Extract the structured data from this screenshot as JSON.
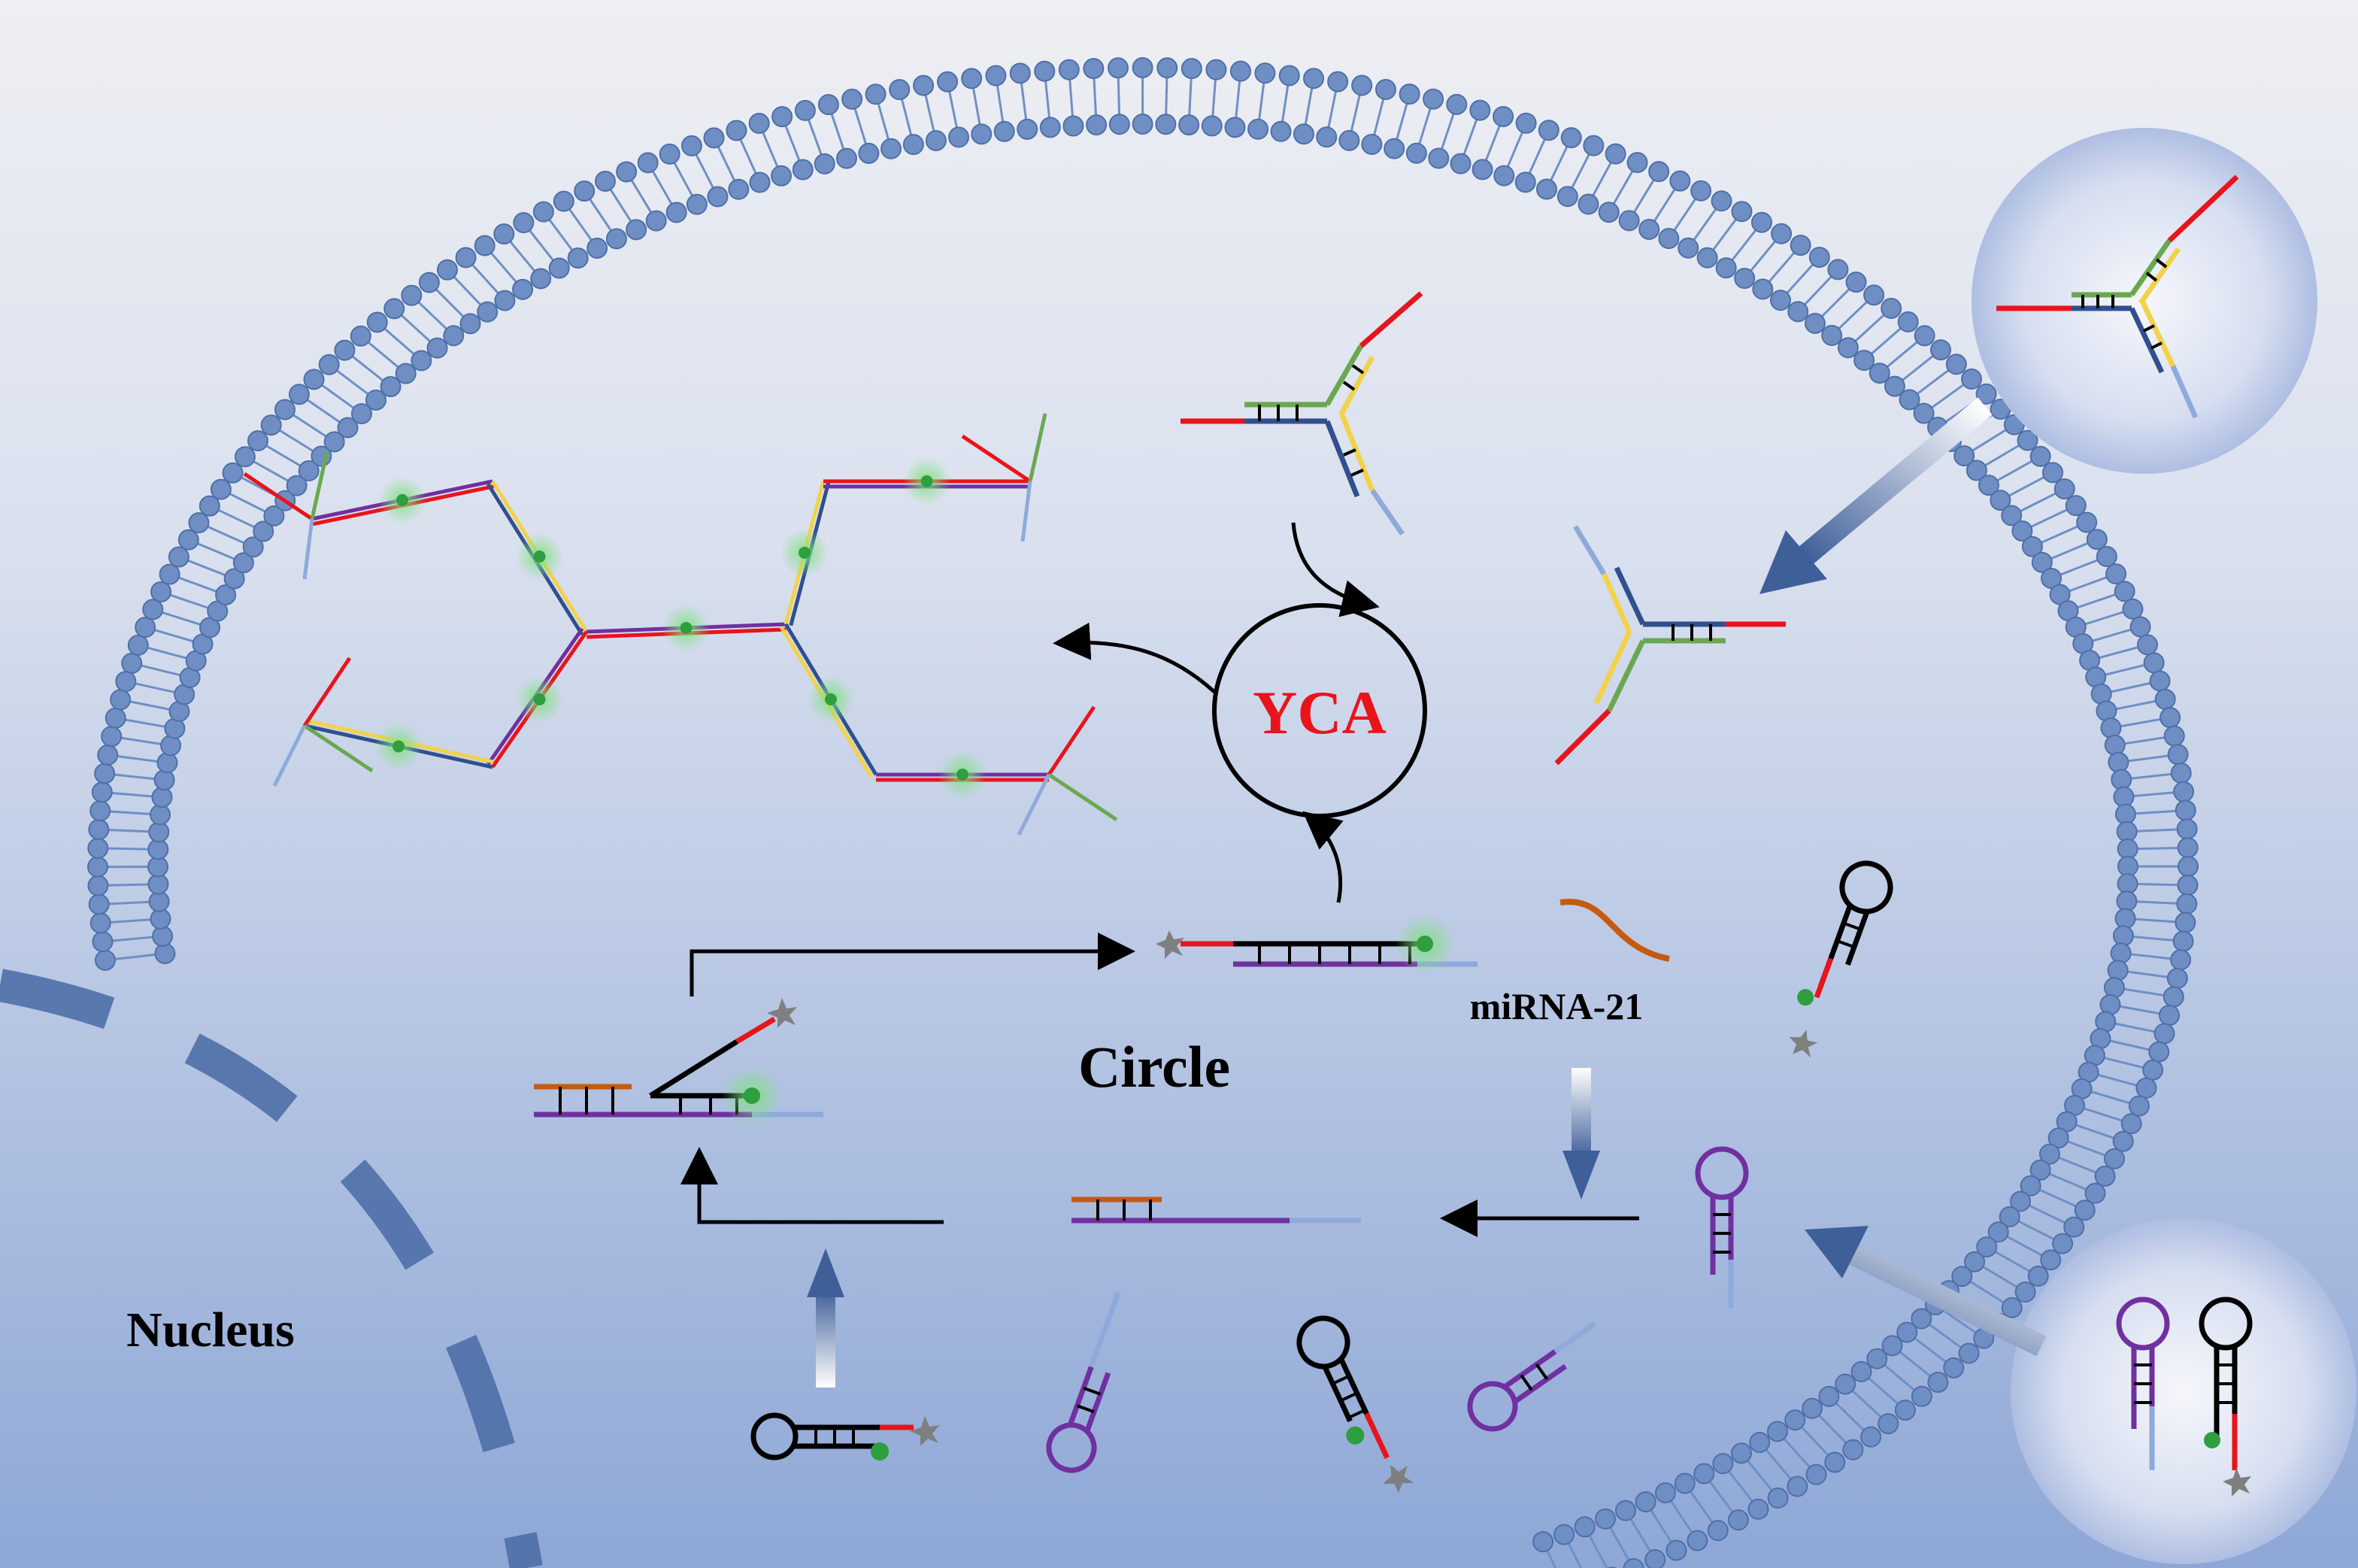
{
  "labels": {
    "yca": "YCA",
    "circle": "Circle",
    "mirna": "miRNA-21",
    "nucleus": "Nucleus"
  },
  "colors": {
    "yca_text": "#e8141b",
    "strand_red": "#e8141b",
    "strand_green": "#6aa84f",
    "strand_yellow": "#f2d24b",
    "strand_blue": "#2f4f8f",
    "strand_lightblue": "#8eaadb",
    "strand_purple": "#7030a0",
    "strand_brown": "#c55a11",
    "membrane": "#6f8fc4",
    "nucleus_envelope": "#4e6fa7",
    "fluor_green": "#2e9e3e",
    "quencher_gray": "#7f7f7f"
  },
  "icons": [
    "lipid-bilayer",
    "y-shaped-dna",
    "dna-hairpin",
    "fluorophore-dot",
    "quencher-star",
    "process-arrow"
  ]
}
